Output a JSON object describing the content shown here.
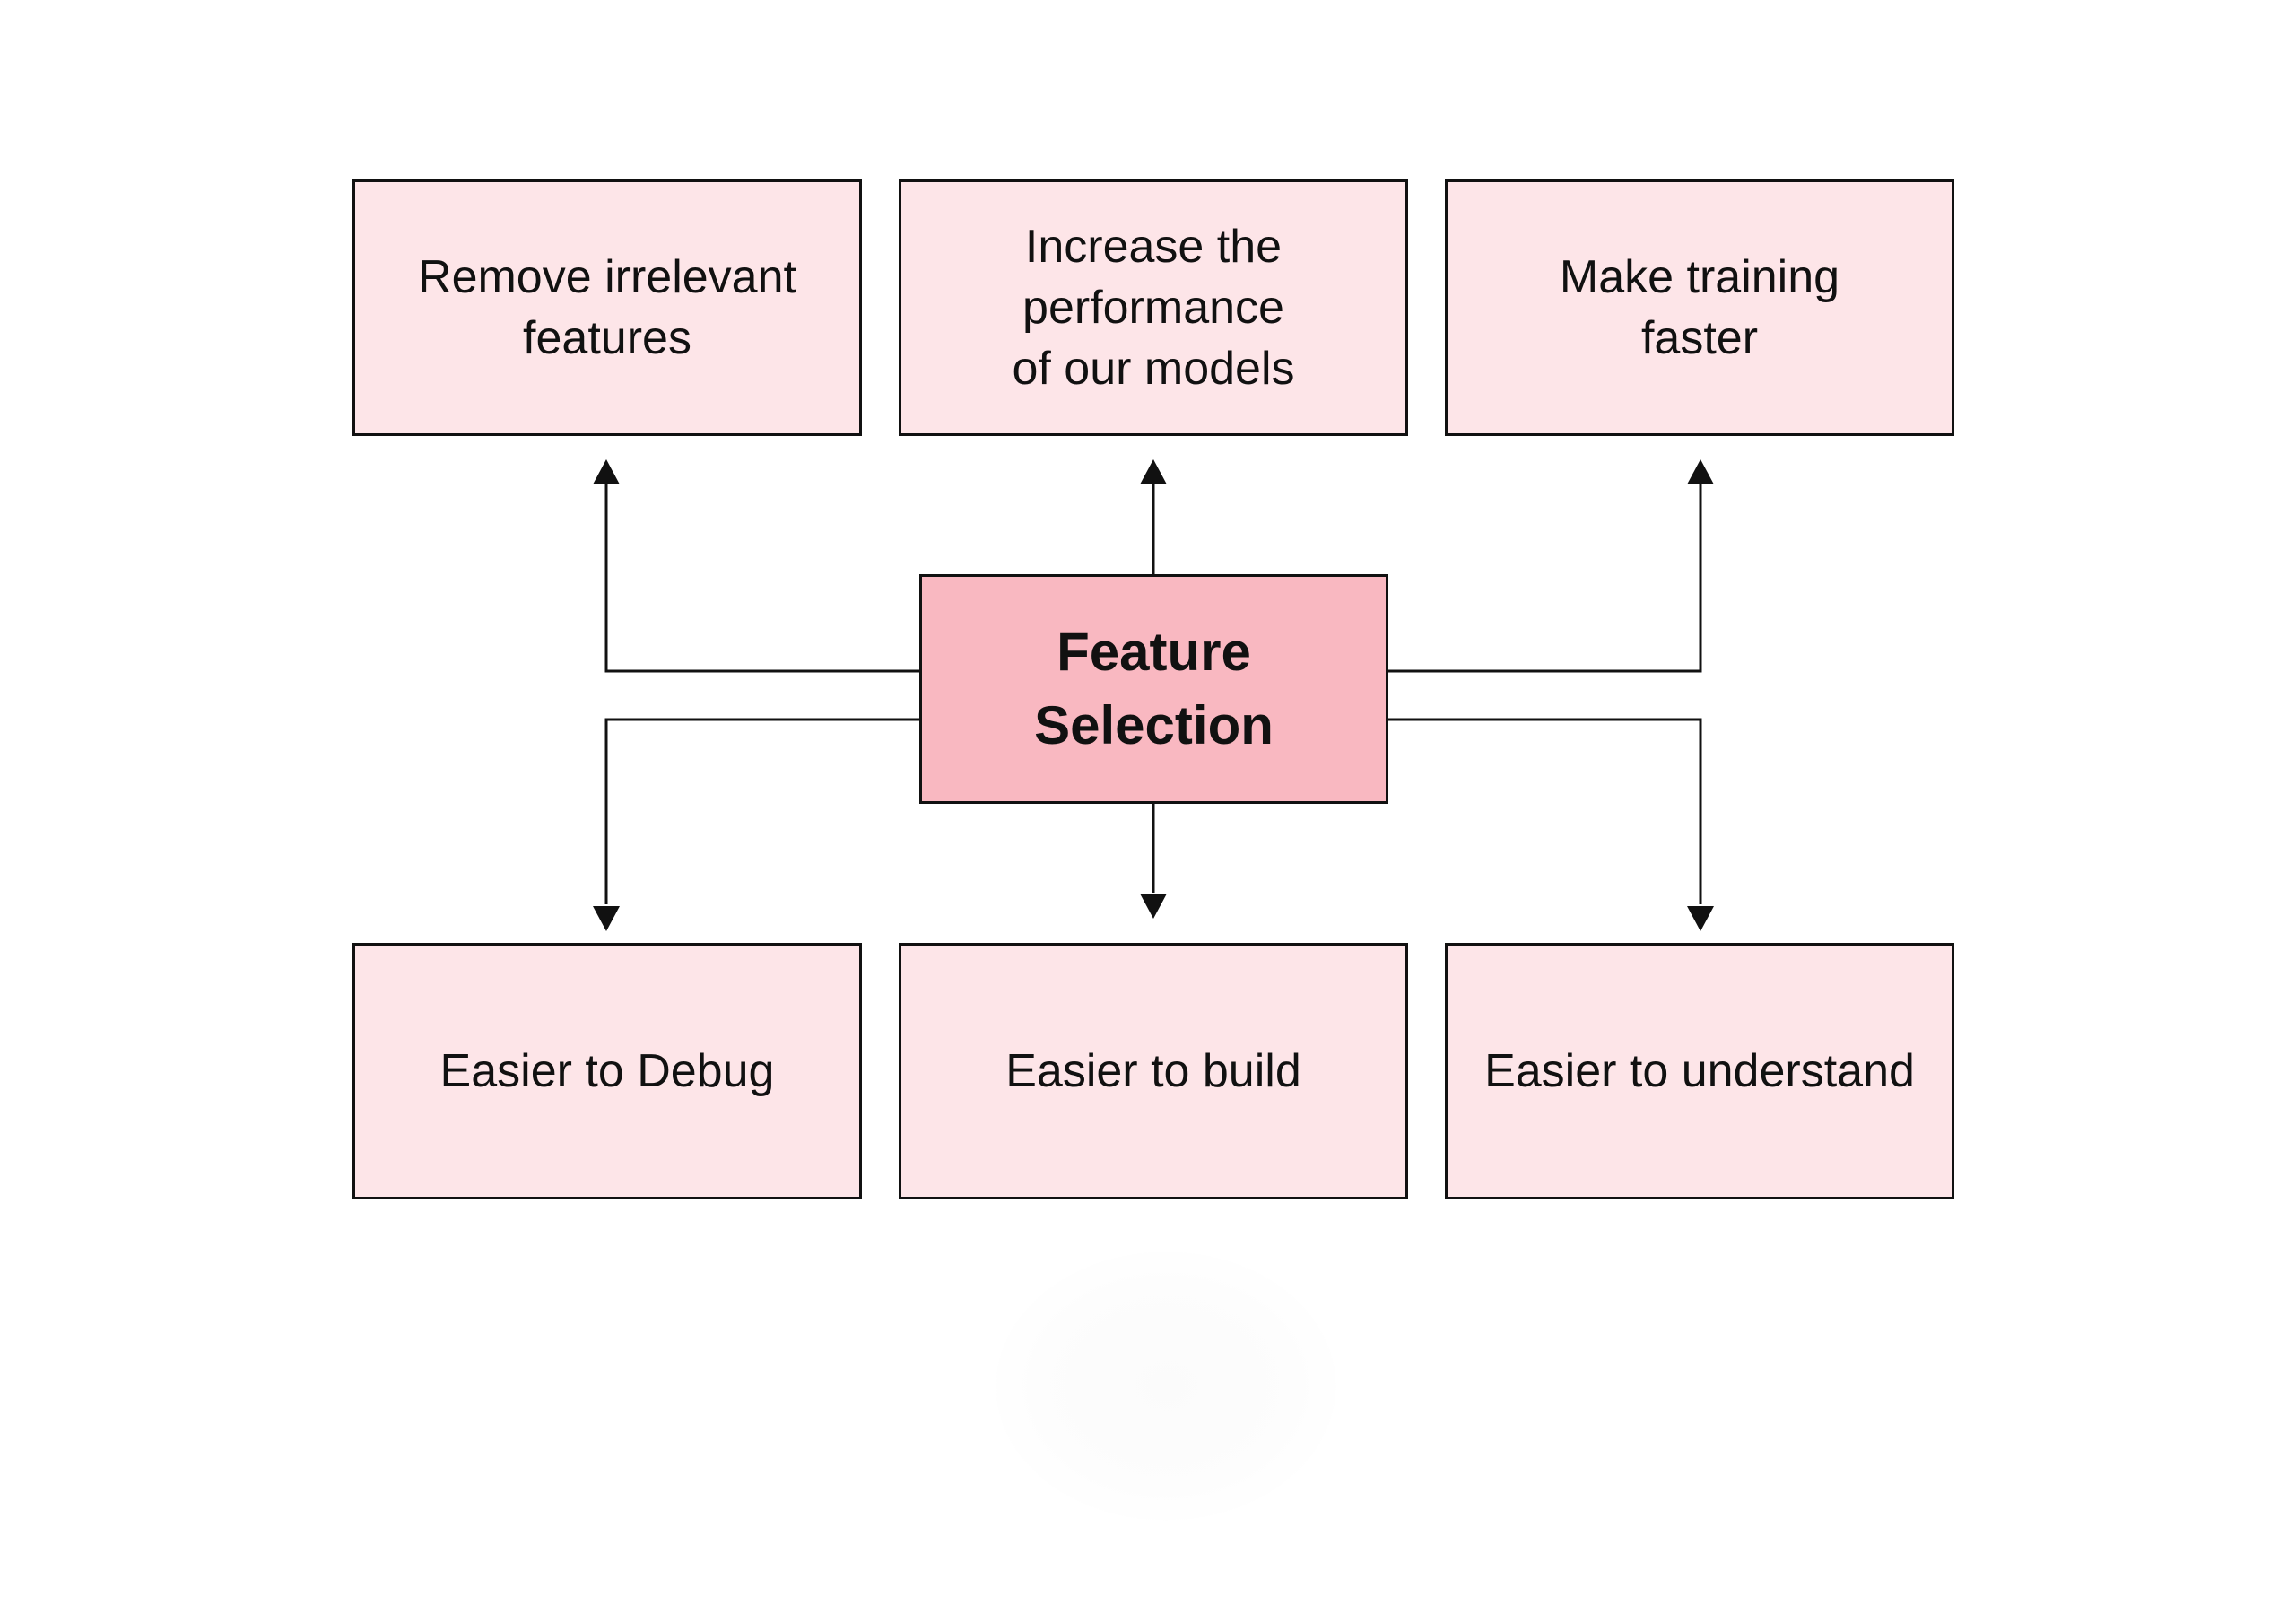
{
  "diagram": {
    "center": {
      "line1": "Feature",
      "line2": "Selection"
    },
    "top_left": {
      "line1": "Remove irrelevant",
      "line2": "features"
    },
    "top_middle": {
      "line1": "Increase the",
      "line2": "performance",
      "line3": "of our models"
    },
    "top_right": {
      "line1": "Make training",
      "line2": "faster"
    },
    "bottom_left": {
      "line1": "Easier to Debug"
    },
    "bottom_middle": {
      "line1": "Easier to build"
    },
    "bottom_right": {
      "line1": "Easier to understand"
    }
  },
  "colors": {
    "outer_box_fill": "#fde5e8",
    "center_box_fill": "#f9b8c1",
    "stroke": "#111111"
  }
}
